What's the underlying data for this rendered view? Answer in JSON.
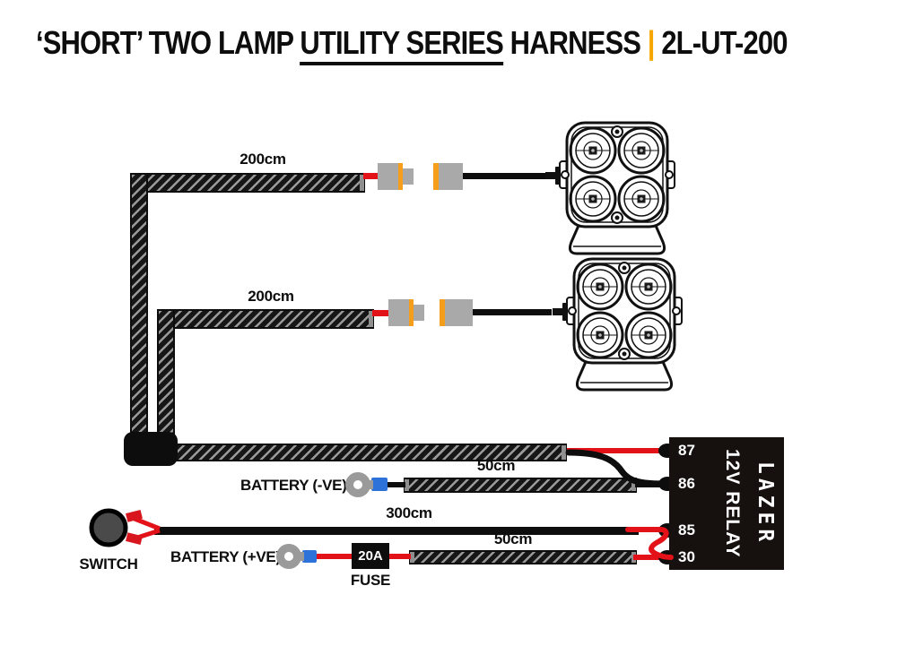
{
  "title": {
    "part1": "‘SHORT’ TWO LAMP ",
    "underlined": "UTILITY SERIES",
    "part2": " HARNESS",
    "divider": "|",
    "model": "2L-UT-200"
  },
  "cables": {
    "lamp1_length": "200cm",
    "lamp2_length": "200cm",
    "battery_negative_length": "50cm",
    "switch_length": "300cm",
    "battery_positive_length": "50cm"
  },
  "components": {
    "battery_negative_label": "BATTERY (-VE)",
    "battery_positive_label": "BATTERY (+VE)",
    "switch_label": "SWITCH",
    "fuse_label": "FUSE",
    "fuse_rating": "20A"
  },
  "relay": {
    "pins": [
      "87",
      "86",
      "85",
      "30"
    ],
    "label": "12V RELAY",
    "brand": "LAZER"
  },
  "icons": {
    "lamp": "utility-series-lamp-icon",
    "switch": "switch-knob-icon",
    "ring_terminal": "ring-terminal-icon",
    "connector": "plug-connector-icon",
    "junction": "harness-junction-icon"
  },
  "colors": {
    "accent_orange": "#F7A600",
    "wire_red": "#E31219",
    "connector_gray": "#A9A9A9",
    "crimp_blue": "#2D72D9",
    "relay_black": "#16100E"
  }
}
